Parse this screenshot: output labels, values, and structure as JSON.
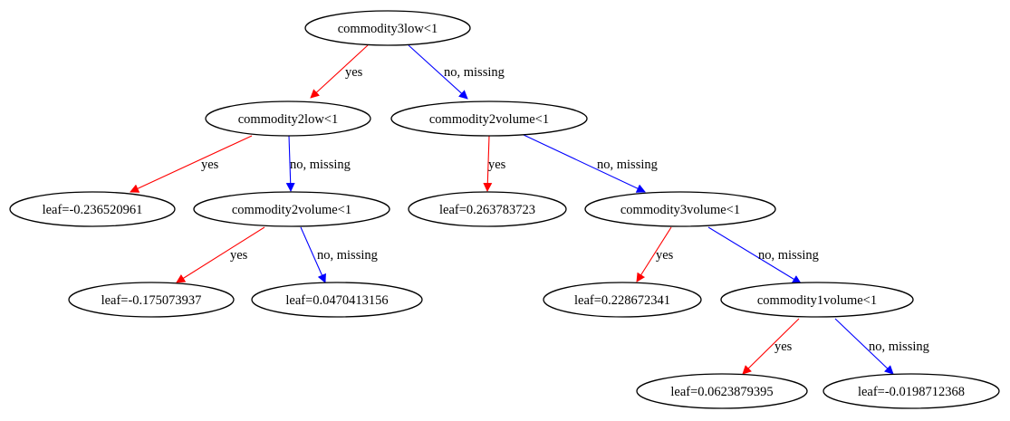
{
  "tree": {
    "nodes": {
      "n0": "commodity3low<1",
      "n1": "commodity2low<1",
      "n2": "commodity2volume<1",
      "n3": "leaf=-0.236520961",
      "n4": "commodity2volume<1",
      "n5": "leaf=0.263783723",
      "n6": "commodity3volume<1",
      "n7": "leaf=-0.175073937",
      "n8": "leaf=0.0470413156",
      "n9": "leaf=0.228672341",
      "n10": "commodity1volume<1",
      "n11": "leaf=0.0623879395",
      "n12": "leaf=-0.0198712368"
    },
    "edges": {
      "e1": "yes",
      "e2": "no, missing",
      "e3": "yes",
      "e4": "no, missing",
      "e5": "yes",
      "e6": "no, missing",
      "e7": "yes",
      "e8": "no, missing",
      "e9": "yes",
      "e10": "no, missing",
      "e11": "yes",
      "e12": "no, missing"
    }
  },
  "colors": {
    "yes_edge": "#ff0000",
    "no_edge": "#0000ff",
    "node_stroke": "#000000"
  }
}
